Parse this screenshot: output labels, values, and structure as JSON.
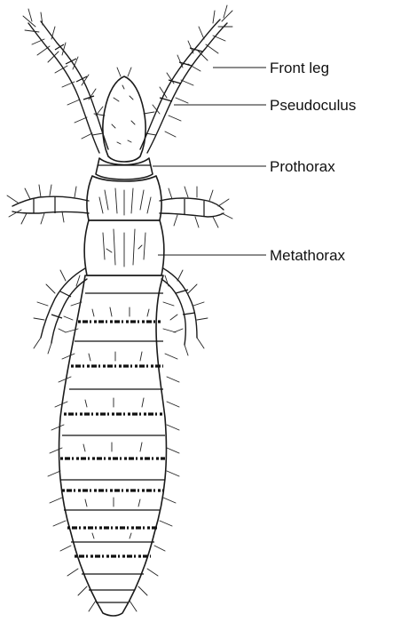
{
  "labels": {
    "front_leg": "Front leg",
    "pseudoculus": "Pseudoculus",
    "prothorax": "Prothorax",
    "metathorax": "Metathorax"
  },
  "colors": {
    "ink": "#1a1a1a",
    "background": "#ffffff"
  }
}
